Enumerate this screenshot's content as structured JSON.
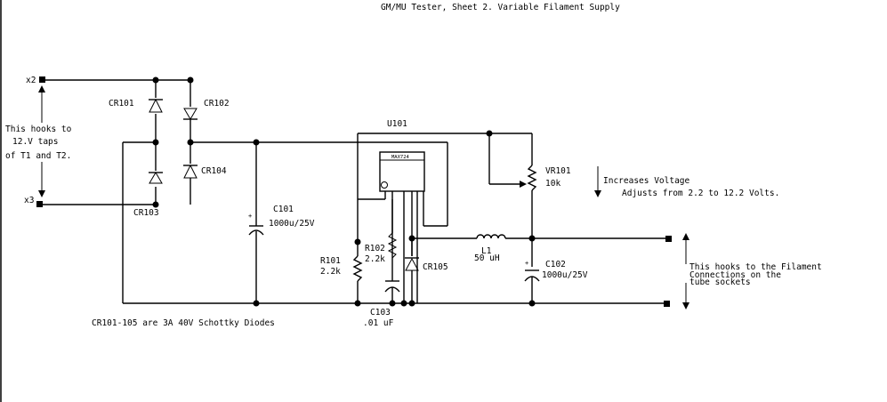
{
  "title": "GM/MU Tester, Sheet 2. Variable Filament Supply",
  "labels": {
    "x2": "x2",
    "x3": "x3",
    "input_note_1": "This hooks to",
    "input_note_2": "12.V taps",
    "input_note_3": "of T1 and T2.",
    "cr101": "CR101",
    "cr102": "CR102",
    "cr103": "CR103",
    "cr104": "CR104",
    "cr105": "CR105",
    "c101": "C101",
    "c101_value": "1000u/25V",
    "u101": "U101",
    "u101_part": "MAX724",
    "vr101": "VR101",
    "vr101_value": "10k",
    "increases_voltage": "Increases Voltage",
    "adjusts_from": "Adjusts from 2.2 to 12.2 Volts.",
    "r101": "R101",
    "r101_value": "2.2k",
    "r102": "R102",
    "r102_value": "2.2k",
    "l1": "L1",
    "l1_value": "50 uH",
    "c102": "C102",
    "c102_value": "1000u/25V",
    "c103": "C103",
    "c103_value": ".01 uF",
    "output_note_1": "This hooks to the Filament",
    "output_note_2": "Connections on the",
    "output_note_3": "tube sockets",
    "diodes_note": "CR101-105 are 3A 40V Schottky Diodes"
  }
}
